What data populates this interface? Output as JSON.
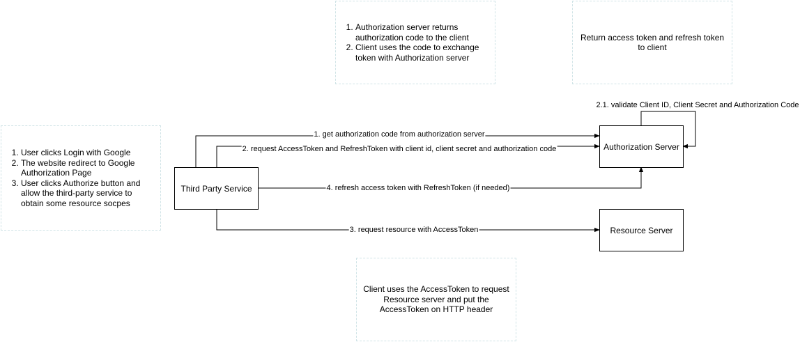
{
  "nodes": {
    "third_party": "Third Party Service",
    "auth_server": "Authorization Server",
    "resource_server": "Resource Server"
  },
  "notes": {
    "user_steps": [
      "User clicks Login with Google",
      "The website redirect to Google Authorization Page",
      "User clicks Authorize button and allow the third-party service to obtain some resource socpes"
    ],
    "auth_code_steps": [
      "Authorization server returns authorization code to the client",
      "Client uses the code to exchange token with Authorization server"
    ],
    "return_tokens": "Return access token and refresh token to client",
    "resource_usage": "Client uses the AccessToken to request Resource server and put the AccessToken on HTTP header"
  },
  "edges": {
    "get_code": "1. get authorization code from authorization server",
    "request_tokens": "2. request AccessToken and RefreshToken with client id, client secret and authorization code",
    "validate": "2.1. validate Client ID, Client Secret and Authorization Code",
    "request_resource": "3. request resource with AccessToken",
    "refresh": "4. refresh access token with RefreshToken (if needed)"
  },
  "colors": {
    "line": "#000000",
    "note_border": "#cfe3e6"
  }
}
